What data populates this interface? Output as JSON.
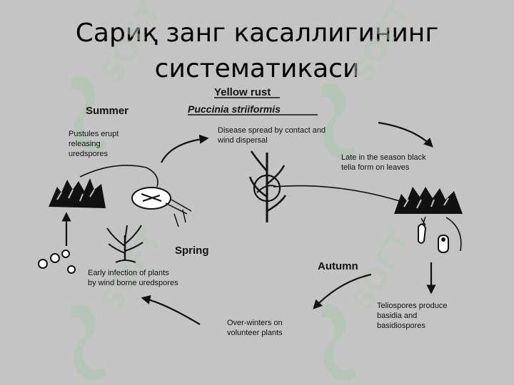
{
  "title": {
    "line1": "Сариқ занг касаллигининг",
    "line2": "систематикаси"
  },
  "diagram": {
    "heading": "Yellow rust",
    "species": "Puccinia striiformis",
    "seasons": {
      "summer": "Summer",
      "spring": "Spring",
      "autumn": "Autumn"
    },
    "captions": {
      "pustules": [
        "Pustules erupt",
        "releasing",
        "uredspores"
      ],
      "disease_spread": [
        "Disease spread by contact and",
        "wind dispersal"
      ],
      "late_season": [
        "Late in the season black",
        "telia form on leaves"
      ],
      "early_infection": [
        "Early infection of plants",
        "by wind borne uredspores"
      ],
      "over_winters": [
        "Over-winters on",
        "volunteer plants"
      ],
      "teliospores": [
        "Teliospores produce",
        "basidia and",
        "basidiospores"
      ]
    }
  },
  "watermark": "SOFT",
  "colors": {
    "background": "#c4c4c4",
    "ink": "#111111",
    "watermark": "#a9c9ad"
  }
}
